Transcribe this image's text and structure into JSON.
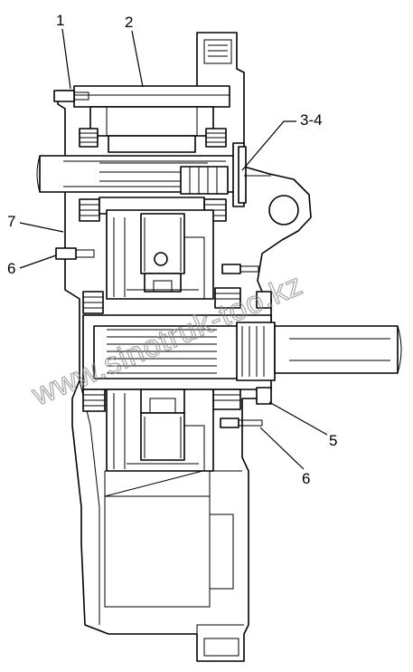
{
  "callouts": [
    {
      "label": "1"
    },
    {
      "label": "2"
    },
    {
      "label": "3-4"
    },
    {
      "label": "7"
    },
    {
      "label": "6"
    },
    {
      "label": "5"
    },
    {
      "label": "6"
    }
  ],
  "watermark": "www.sinotruk-too.kz",
  "colors": {
    "line": "#000000",
    "watermark": "#8a8a8a",
    "background": "#ffffff"
  }
}
